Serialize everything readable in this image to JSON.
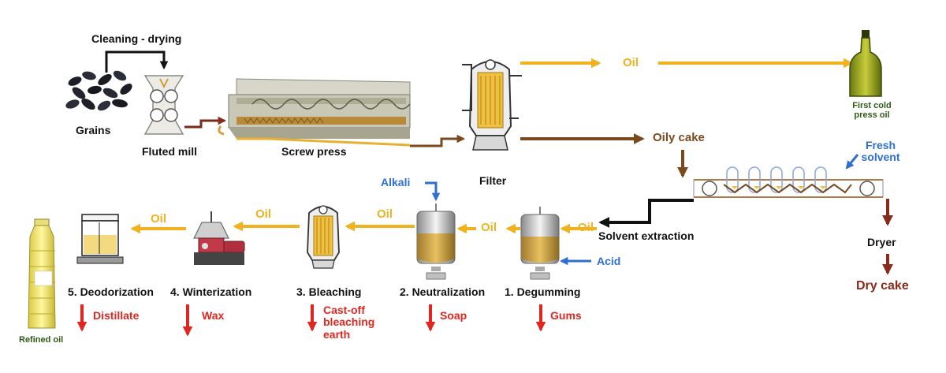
{
  "labels": {
    "cleaning_drying": "Cleaning - drying",
    "grains": "Grains",
    "fluted_mill": "Fluted mill",
    "screw_press": "Screw press",
    "filter": "Filter",
    "oil_top": "Oil",
    "first_cold_press_oil_1": "First cold",
    "first_cold_press_oil_2": "press oil",
    "oily_cake": "Oily cake",
    "fresh_solvent_1": "Fresh",
    "fresh_solvent_2": "solvent",
    "solvent_extraction": "Solvent extraction",
    "dryer": "Dryer",
    "dry_cake": "Dry cake",
    "alkali": "Alkali",
    "acid": "Acid",
    "oil_1": "Oil",
    "oil_2": "Oil",
    "oil_3": "Oil",
    "oil_4": "Oil",
    "oil_5": "Oil",
    "degumming": "1. Degumming",
    "neutralization": "2. Neutralization",
    "bleaching": "3. Bleaching",
    "winterization": "4. Winterization",
    "deodorization": "5. Deodorization",
    "gums": "Gums",
    "soap": "Soap",
    "castoff_1": "Cast-off",
    "castoff_2": "bleaching",
    "castoff_3": "earth",
    "wax": "Wax",
    "distillate": "Distillate",
    "refined_oil": "Refined oil"
  },
  "colors": {
    "oil": "#f0b21e",
    "brown": "#7a4a1e",
    "blue": "#2f6fcf",
    "red": "#e0271f",
    "black": "#111111",
    "dark_red": "#8a2a1a",
    "green": "#2f5a16"
  }
}
